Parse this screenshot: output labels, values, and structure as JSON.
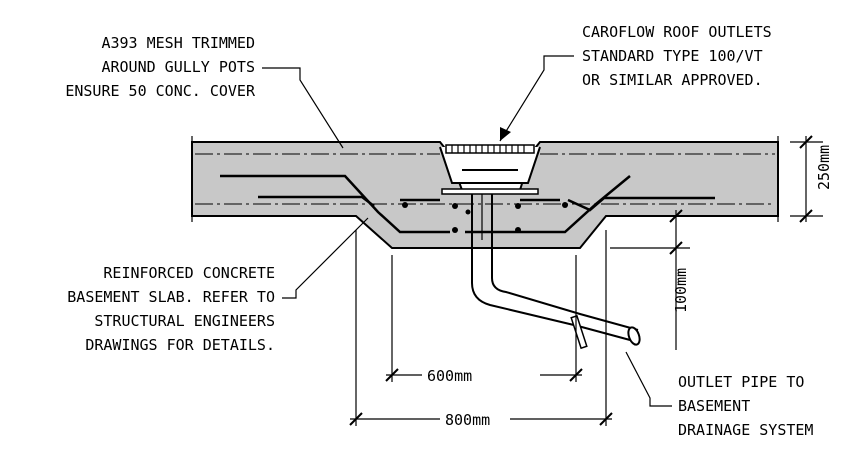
{
  "notes": {
    "mesh": [
      "A393 MESH TRIMMED",
      "AROUND GULLY POTS",
      "ENSURE 50 CONC. COVER"
    ],
    "outlet": [
      "CAROFLOW ROOF OUTLETS",
      "STANDARD TYPE 100/VT",
      "OR SIMILAR APPROVED."
    ],
    "slab": [
      "REINFORCED CONCRETE",
      "BASEMENT SLAB. REFER TO",
      "STRUCTURAL ENGINEERS",
      "DRAWINGS FOR DETAILS."
    ],
    "pipe": [
      "OUTLET PIPE TO",
      "BASEMENT",
      "DRAINAGE SYSTEM"
    ]
  },
  "dimensions": {
    "slab_thickness": "250mm",
    "sump_depth": "100mm",
    "inner_width": "600mm",
    "outer_width": "800mm"
  },
  "colors": {
    "concrete": "#c8c8c8",
    "line": "#000000"
  }
}
